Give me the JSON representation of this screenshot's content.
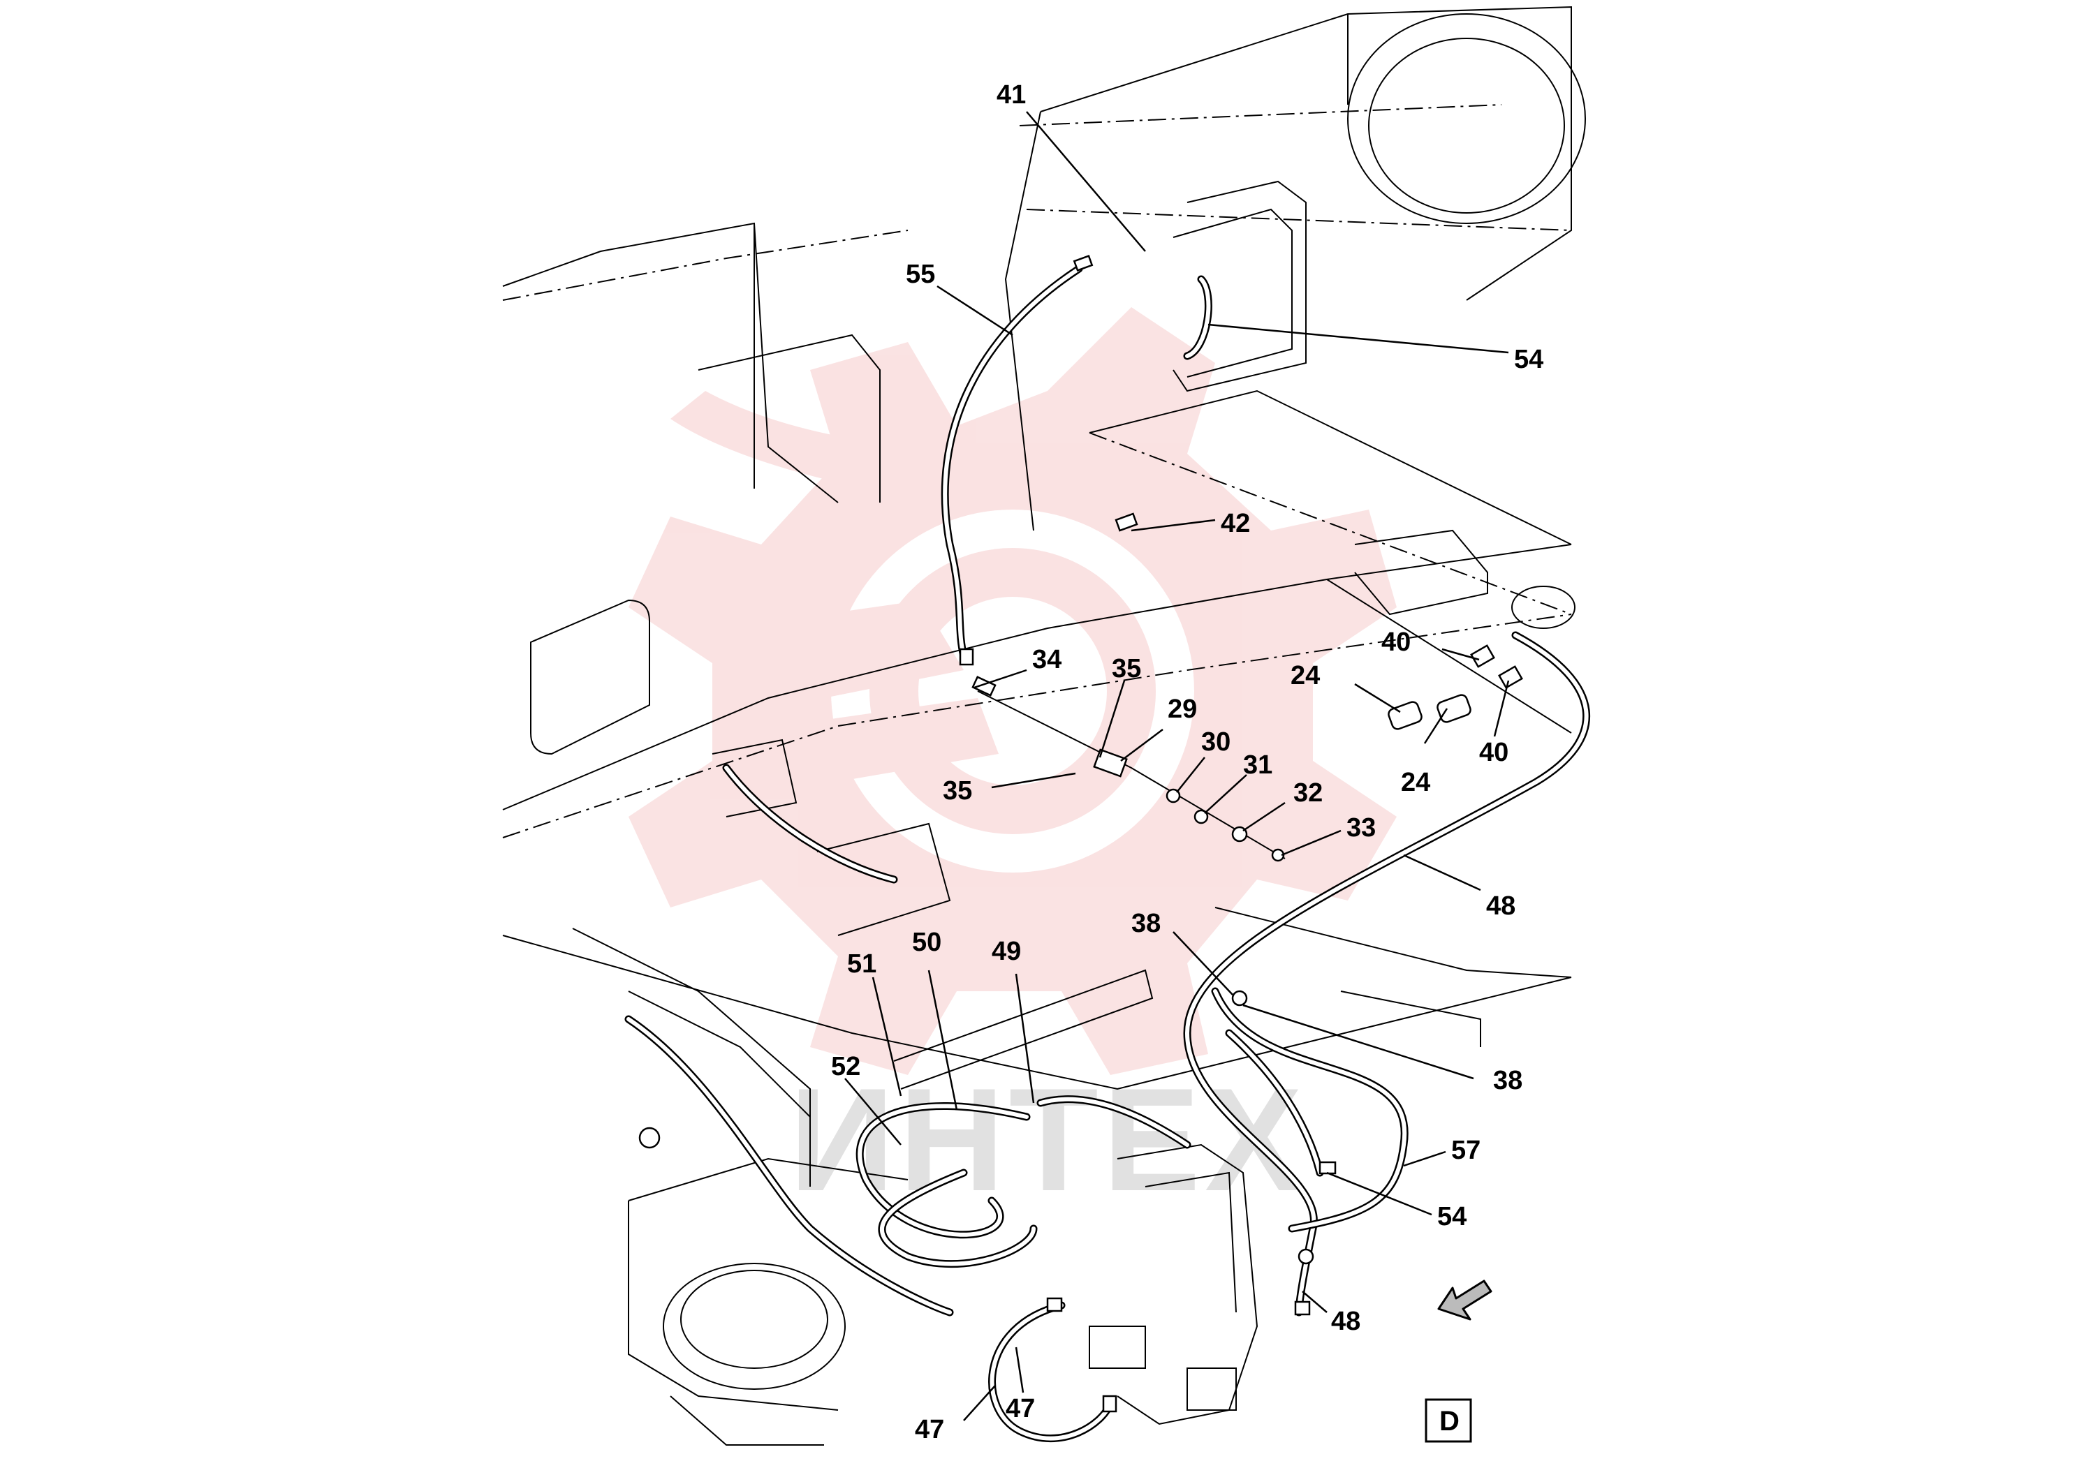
{
  "view_label": "D",
  "watermark_text": "ИНТЕХ",
  "colors": {
    "line": "#000000",
    "watermark_red": "#f0a8a8",
    "watermark_grey": "#bdbdbd"
  },
  "callouts": [
    {
      "id": "c41",
      "text": "41"
    },
    {
      "id": "c55",
      "text": "55"
    },
    {
      "id": "c54a",
      "text": "54"
    },
    {
      "id": "c42",
      "text": "42"
    },
    {
      "id": "c34",
      "text": "34"
    },
    {
      "id": "c35a",
      "text": "35"
    },
    {
      "id": "c29",
      "text": "29"
    },
    {
      "id": "c35b",
      "text": "35"
    },
    {
      "id": "c30",
      "text": "30"
    },
    {
      "id": "c31",
      "text": "31"
    },
    {
      "id": "c32",
      "text": "32"
    },
    {
      "id": "c33",
      "text": "33"
    },
    {
      "id": "c24a",
      "text": "24"
    },
    {
      "id": "c40a",
      "text": "40"
    },
    {
      "id": "c24b",
      "text": "24"
    },
    {
      "id": "c40b",
      "text": "40"
    },
    {
      "id": "c48a",
      "text": "48"
    },
    {
      "id": "c38a",
      "text": "38"
    },
    {
      "id": "c38b",
      "text": "38"
    },
    {
      "id": "c51",
      "text": "51"
    },
    {
      "id": "c50",
      "text": "50"
    },
    {
      "id": "c49",
      "text": "49"
    },
    {
      "id": "c52",
      "text": "52"
    },
    {
      "id": "c57",
      "text": "57"
    },
    {
      "id": "c54b",
      "text": "54"
    },
    {
      "id": "c48b",
      "text": "48"
    },
    {
      "id": "c47a",
      "text": "47"
    },
    {
      "id": "c47b",
      "text": "47"
    }
  ]
}
